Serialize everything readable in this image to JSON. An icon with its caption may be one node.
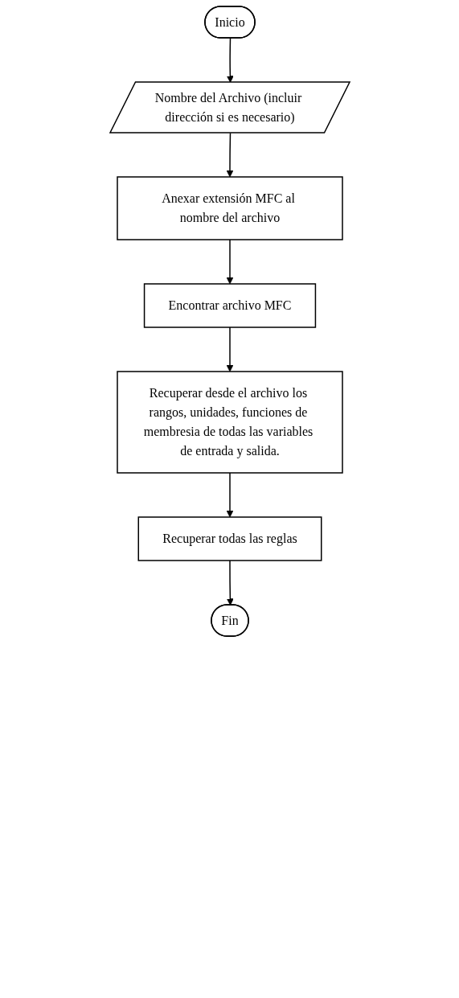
{
  "diagram": {
    "nodes": [
      {
        "text": [
          "Inicio"
        ]
      },
      {
        "text": [
          "Nombre del Archivo (incluir dirección si es necesario)"
        ]
      },
      {
        "text": [
          "Anexar extensión MFC al nombre del archivo"
        ]
      },
      {
        "text": [
          "Encontrar archivo MFC"
        ]
      },
      {
        "text": [
          "Recuperar desde el archivo los rangos, unidades, funciones de membresia de todas las variables de entrada y salida."
        ]
      },
      {
        "text": [
          "Recuperar todas las reglas"
        ]
      },
      {
        "text": [
          "Fin"
        ]
      }
    ],
    "edges": [
      {
        "from": 0,
        "to": 1,
        "arrow": "to"
      },
      {
        "from": 1,
        "to": 2,
        "arrow": "to"
      },
      {
        "from": 2,
        "to": 3,
        "arrow": "to"
      },
      {
        "from": 3,
        "to": 4,
        "arrow": "to"
      },
      {
        "from": 4,
        "to": 5,
        "arrow": "to"
      },
      {
        "from": 5,
        "to": 6,
        "arrow": "to"
      }
    ]
  }
}
